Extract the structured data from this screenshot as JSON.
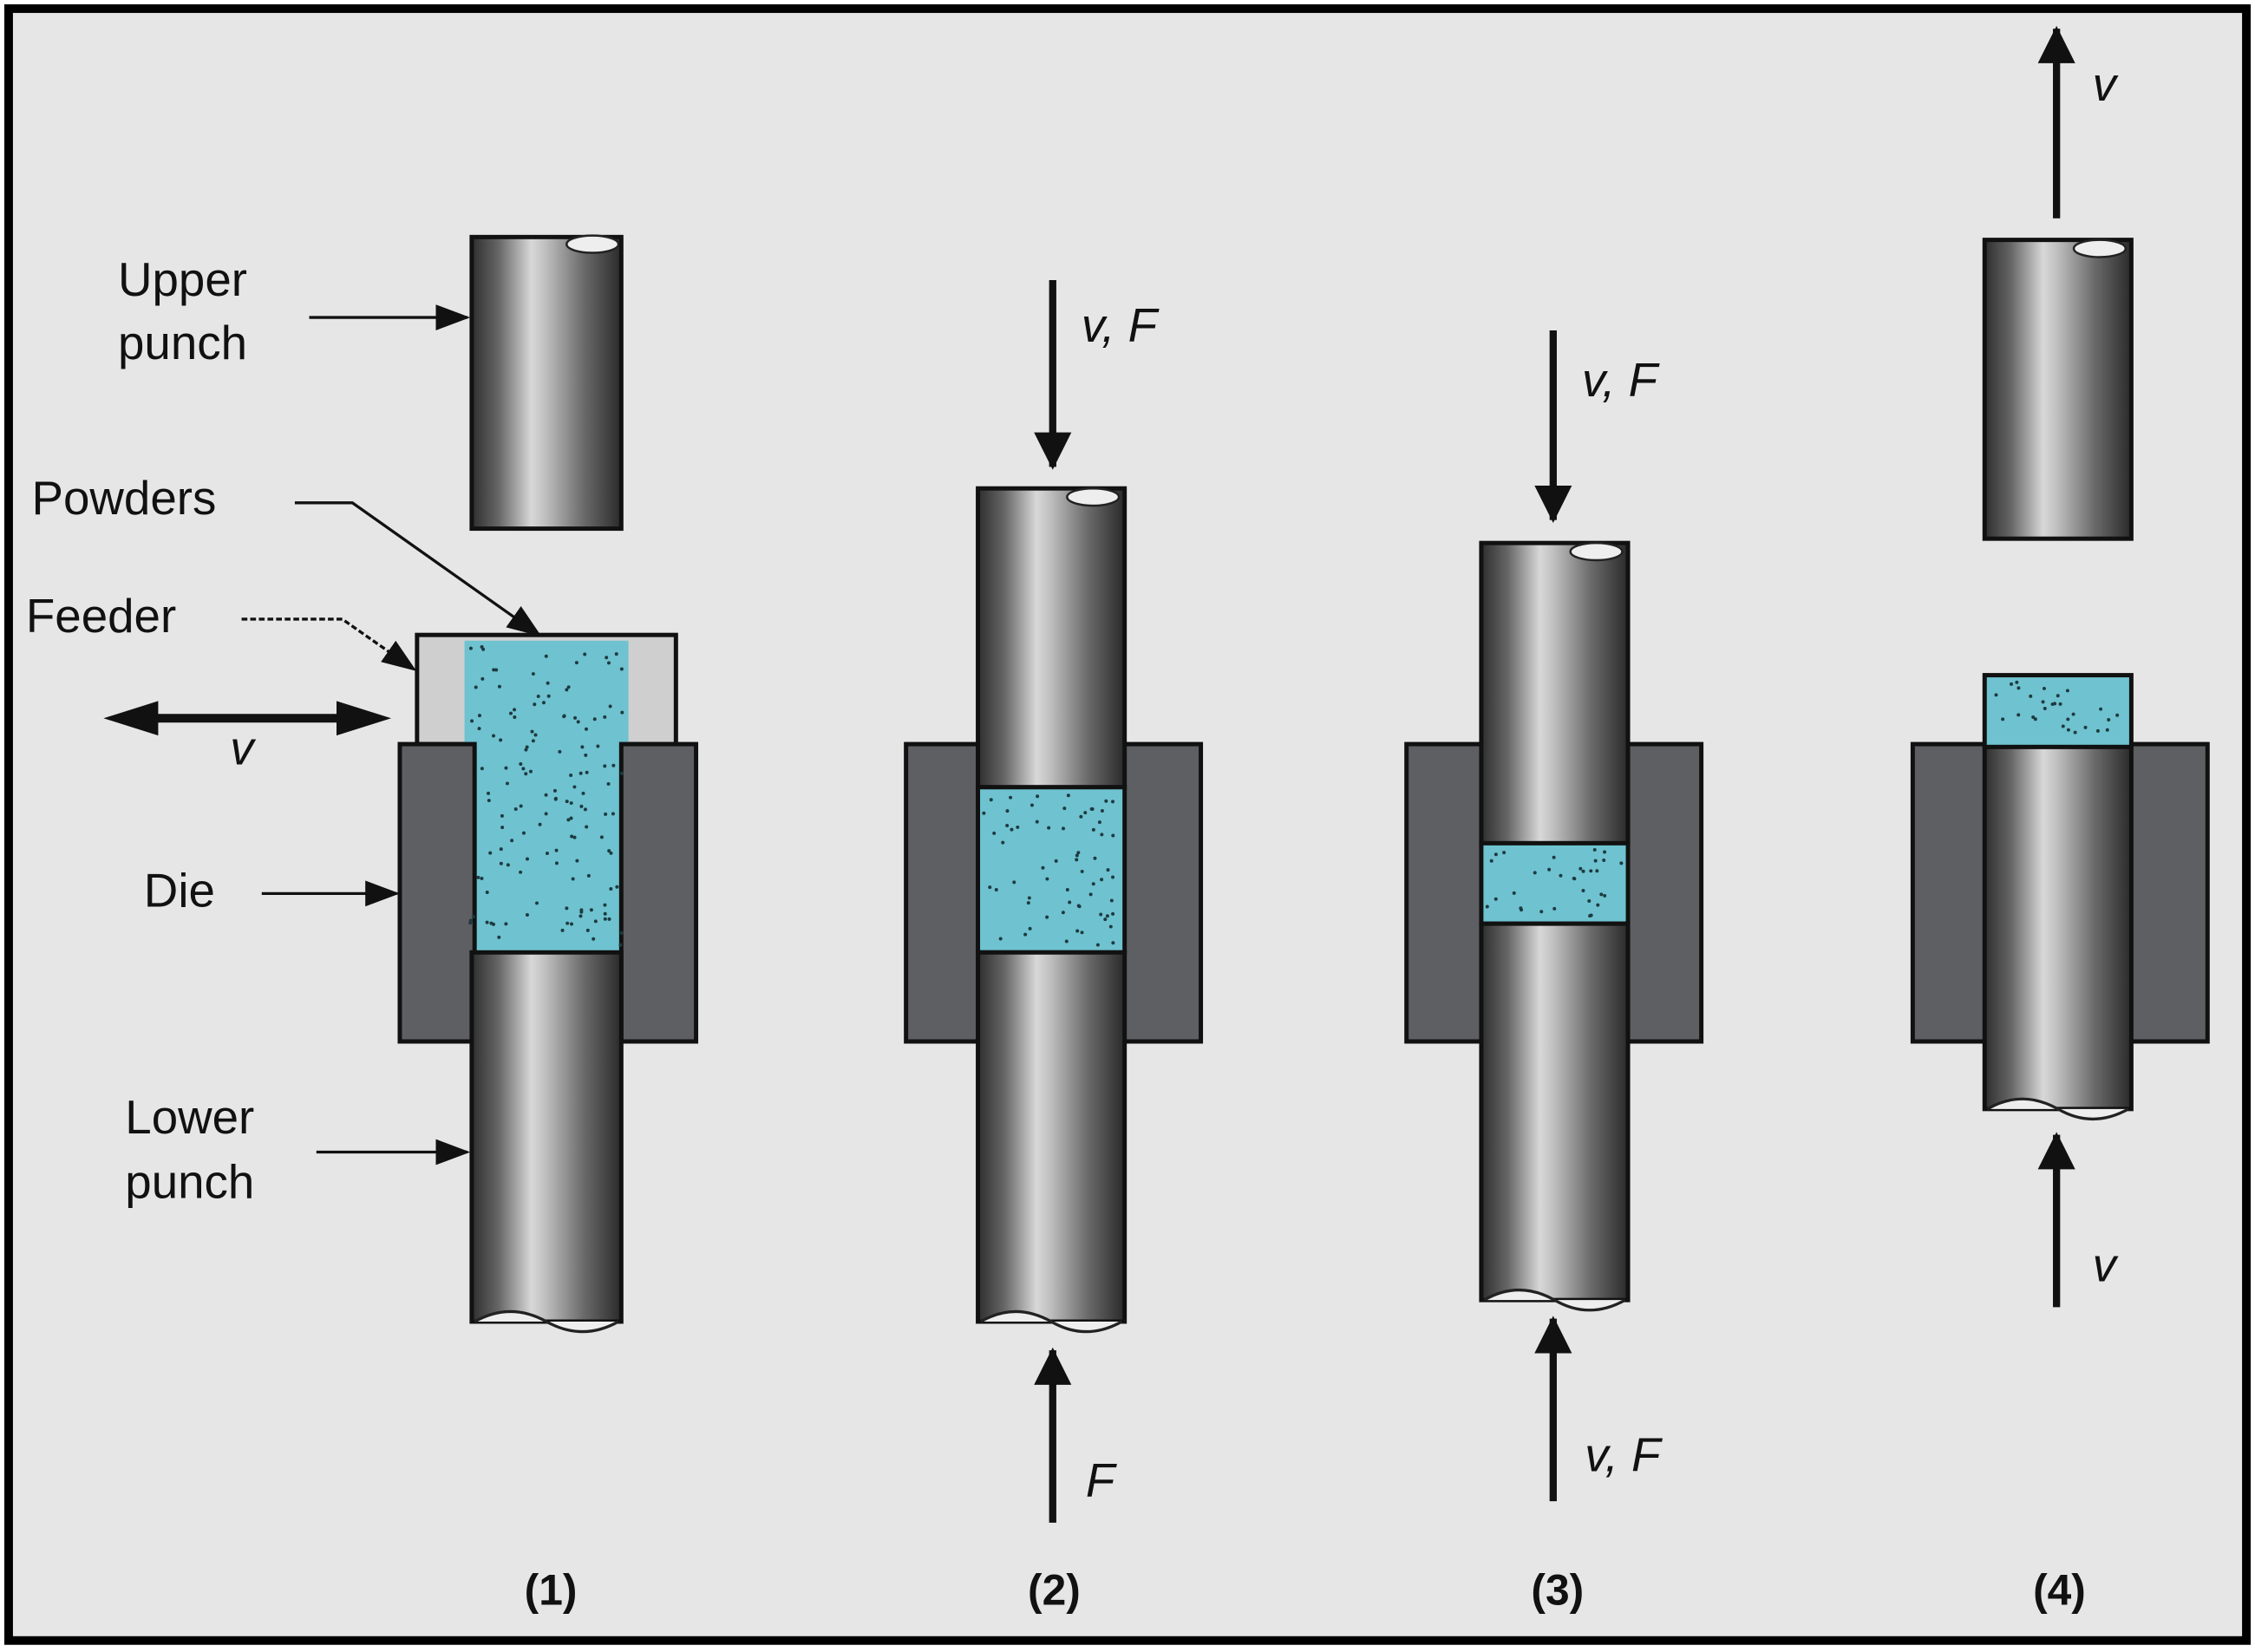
{
  "title": "Powder compaction sequence",
  "labels": {
    "upper_punch_1": "Upper",
    "upper_punch_2": "punch",
    "powders": "Powders",
    "feeder": "Feeder",
    "feeder_velocity": "v",
    "die": "Die",
    "lower_punch_1": "Lower",
    "lower_punch_2": "punch"
  },
  "stages": [
    {
      "label": "(1)"
    },
    {
      "label": "(2)",
      "top_force": "v, F",
      "bottom_force": "F"
    },
    {
      "label": "(3)",
      "top_force": "v, F",
      "bottom_force": "v, F"
    },
    {
      "label": "(4)",
      "top_force": "v",
      "bottom_force": "v"
    }
  ],
  "colors": {
    "background": "#e6e6e6",
    "powder": "#6fc2cf",
    "die": "#5e5f63",
    "feeder": "#cfcfcf",
    "border": "#000000"
  }
}
